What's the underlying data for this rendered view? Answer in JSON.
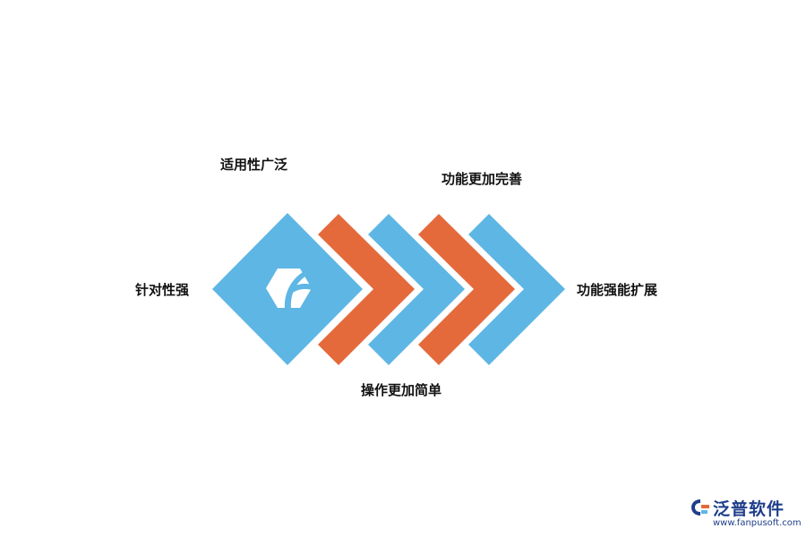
{
  "labels": {
    "suitability": "适用性广泛",
    "features": "功能更加完善",
    "targeted": "针对性强",
    "extension": "功能强能扩展",
    "operation": "操作更加简单"
  },
  "brand": {
    "name": "泛普软件",
    "url": "www.fanpusoft.com"
  },
  "colors": {
    "blue": "#5eb6e4",
    "orange": "#e46a3c",
    "brand": "#1f3e8a",
    "icon": "#ffffff"
  },
  "icons": {
    "center": "hexagon-logo-icon",
    "brand": "fanpu-logo-icon"
  }
}
